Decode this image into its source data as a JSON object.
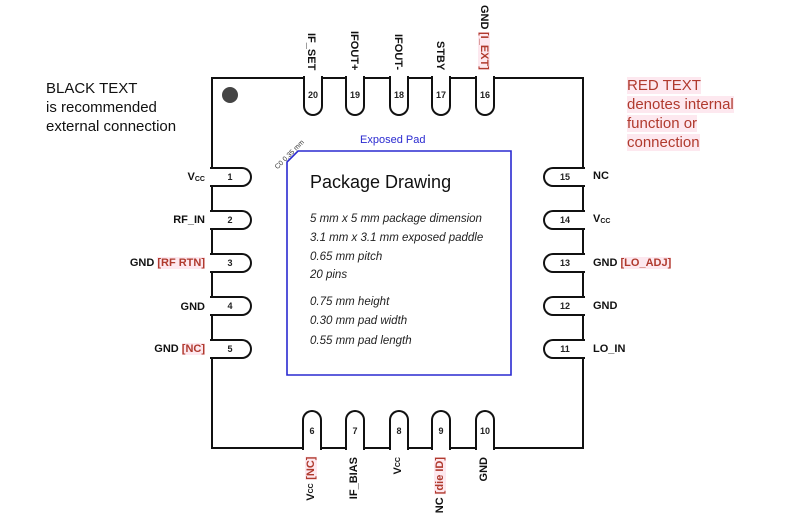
{
  "legend_black": [
    "BLACK TEXT",
    "is recommended",
    "external connection"
  ],
  "legend_red": [
    "RED TEXT",
    "denotes internal",
    "function or",
    "connection"
  ],
  "exposed_pad_label": "Exposed Pad",
  "chamfer_label": "C0 0.35 mm",
  "package_title": "Package Drawing",
  "specs": [
    "5  mm x 5 mm package dimension",
    "3.1 mm  x 3.1 mm exposed paddle",
    "0.65 mm pitch",
    "20 pins",
    "0.75 mm height",
    "0.30 mm pad width",
    "0.55 mm pad length"
  ],
  "colors": {
    "pad_outline": "#2a2ad0",
    "red_text": "#b03a2e",
    "red_highlight": "#fde8ef"
  },
  "pins": {
    "p1": {
      "num": "1",
      "name": "V",
      "sub": "CC",
      "internal": ""
    },
    "p2": {
      "num": "2",
      "name": "RF_IN",
      "internal": ""
    },
    "p3": {
      "num": "3",
      "name": "GND",
      "internal": "[RF RTN]"
    },
    "p4": {
      "num": "4",
      "name": "GND",
      "internal": ""
    },
    "p5": {
      "num": "5",
      "name": "GND",
      "internal": "[NC]"
    },
    "p6": {
      "num": "6",
      "name": "V",
      "sub": "CC",
      "internal": "[NC]"
    },
    "p7": {
      "num": "7",
      "name": "IF_BIAS",
      "internal": ""
    },
    "p8": {
      "num": "8",
      "name": "V",
      "sub": "CC",
      "internal": ""
    },
    "p9": {
      "num": "9",
      "name": "NC",
      "internal": "[die ID]"
    },
    "p10": {
      "num": "10",
      "name": "GND",
      "internal": ""
    },
    "p11": {
      "num": "11",
      "name": "LO_IN",
      "internal": ""
    },
    "p12": {
      "num": "12",
      "name": "GND",
      "internal": ""
    },
    "p13": {
      "num": "13",
      "name": "GND",
      "internal": "[LO_ADJ]"
    },
    "p14": {
      "num": "14",
      "name": "V",
      "sub": "CC",
      "internal": ""
    },
    "p15": {
      "num": "15",
      "name": "NC",
      "internal": ""
    },
    "p16": {
      "num": "16",
      "name": "GND",
      "internal": "[I_EXT]"
    },
    "p17": {
      "num": "17",
      "name": "STBY",
      "internal": ""
    },
    "p18": {
      "num": "18",
      "name": "IFOUT-",
      "internal": ""
    },
    "p19": {
      "num": "19",
      "name": "IFOUT+",
      "internal": ""
    },
    "p20": {
      "num": "20",
      "name": "IF_SET",
      "internal": ""
    }
  }
}
